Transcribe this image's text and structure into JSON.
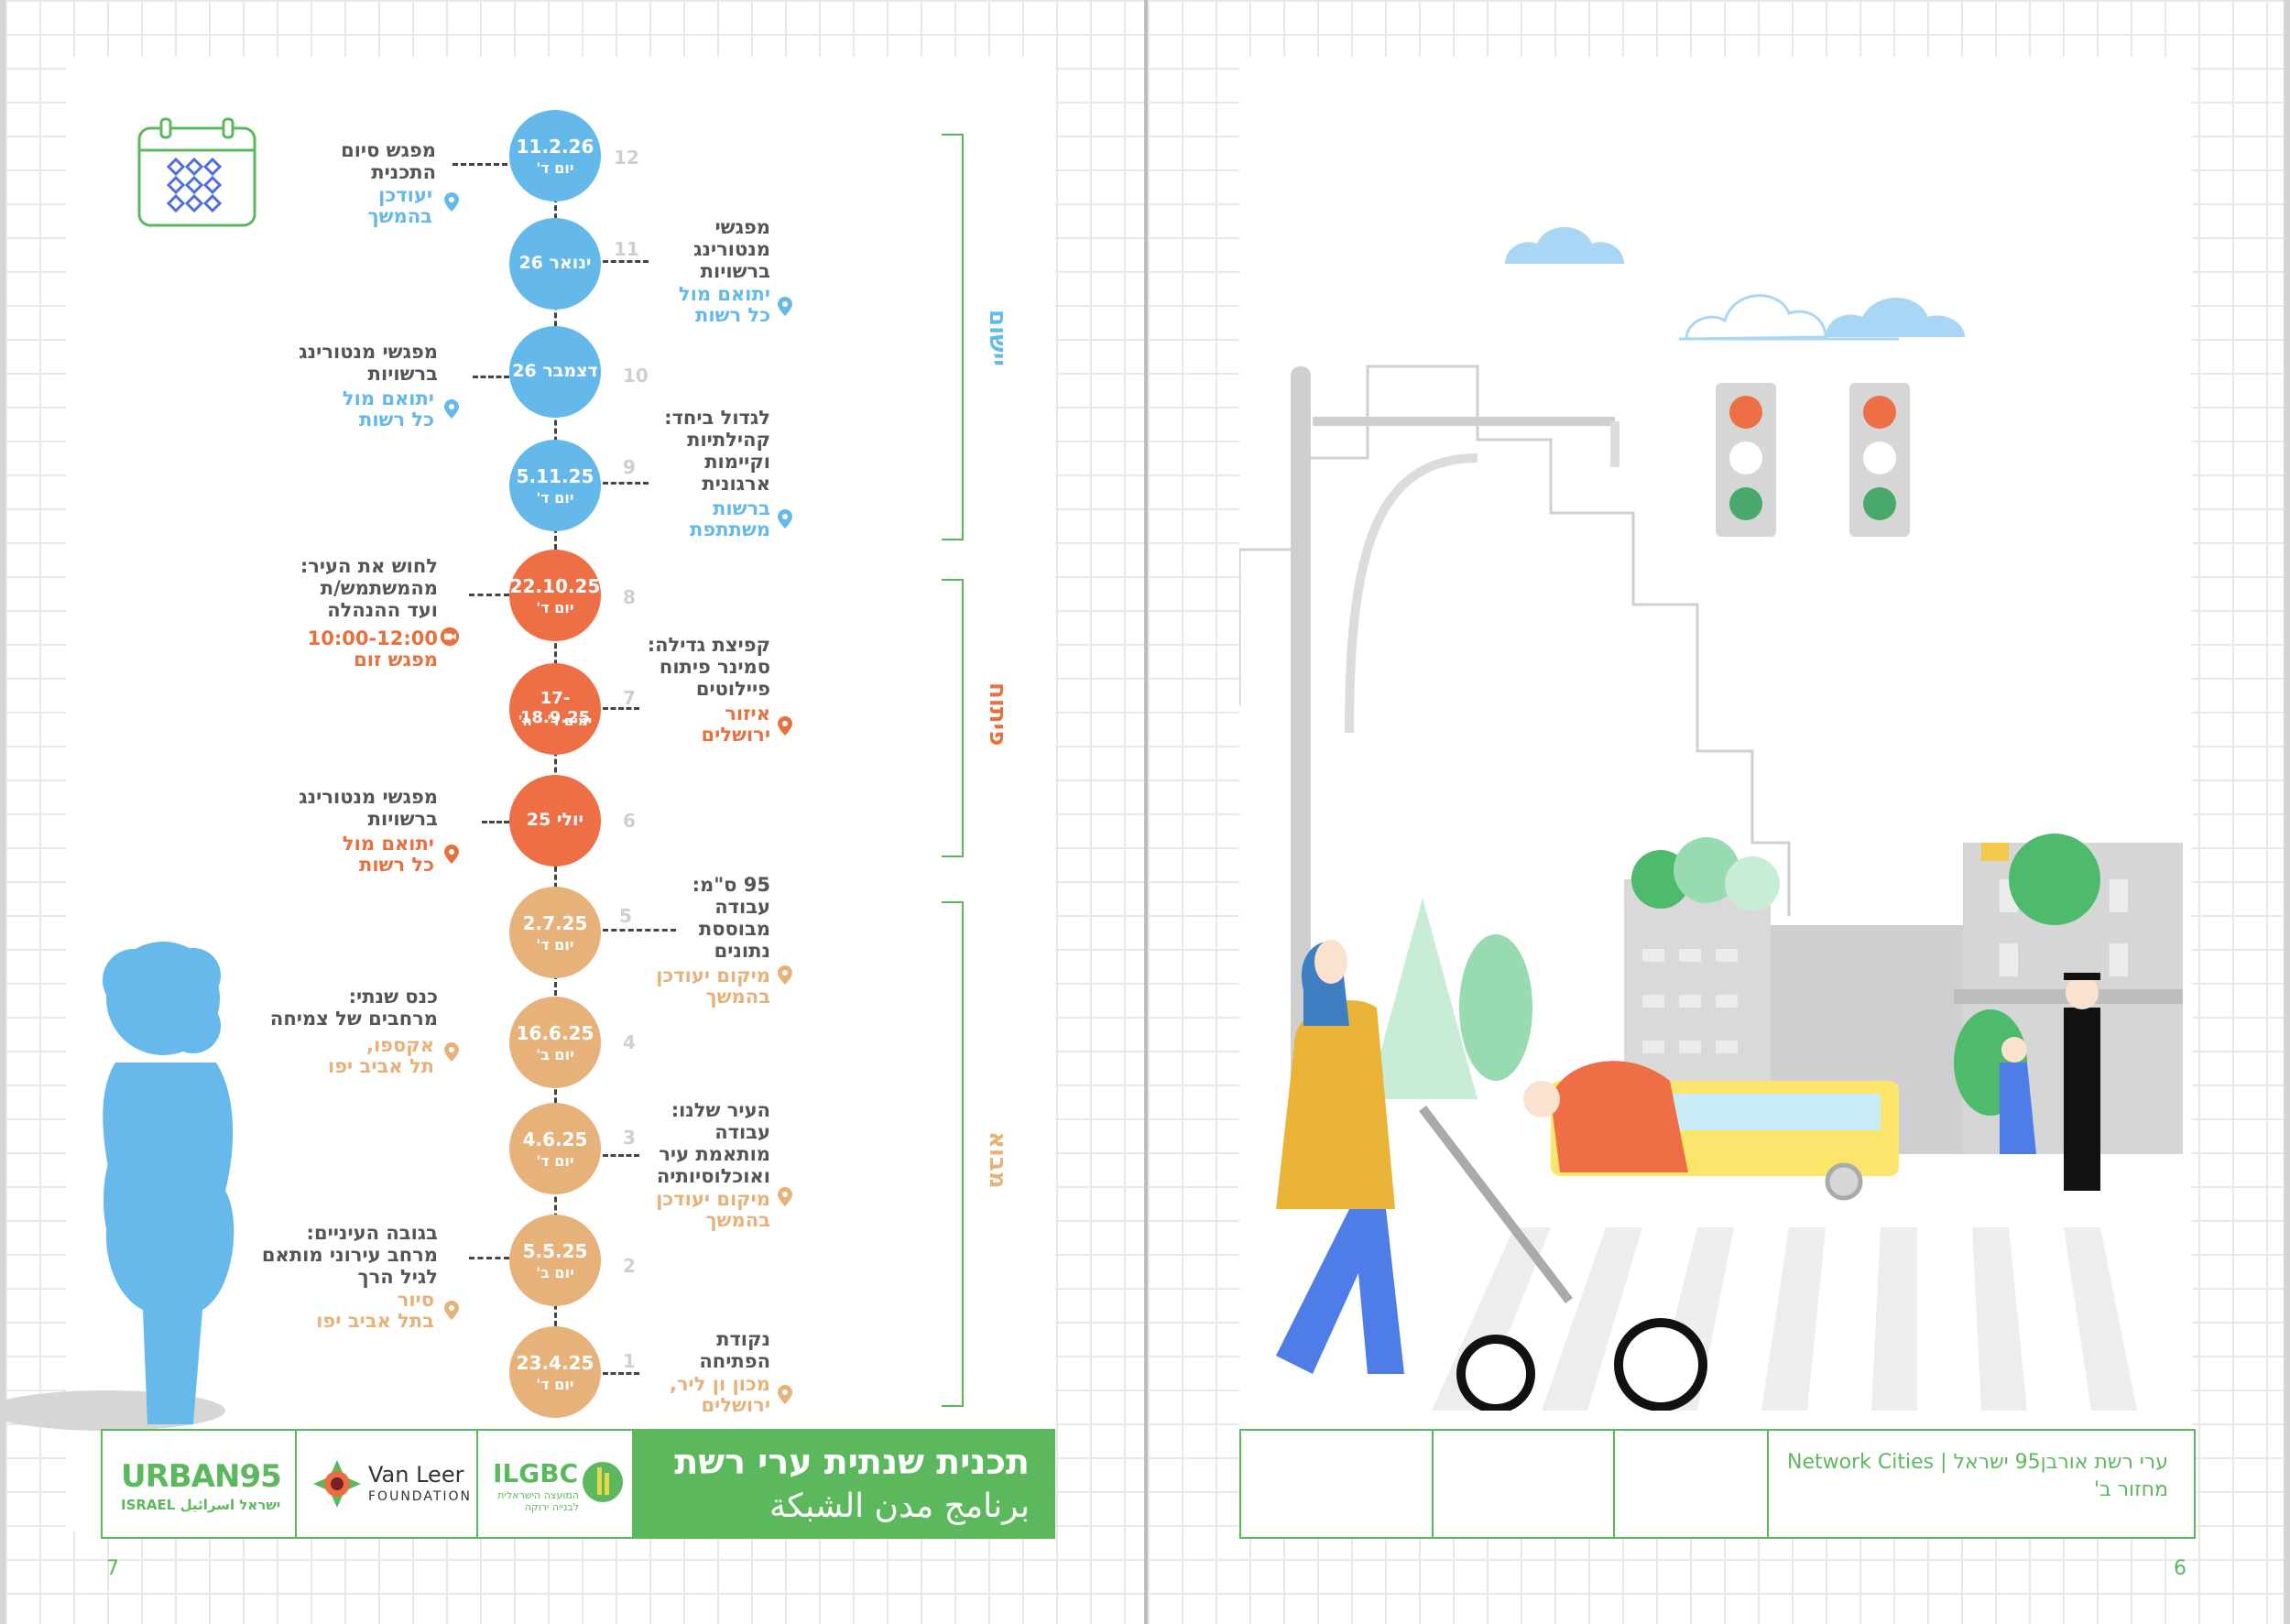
{
  "colors": {
    "blue": "#64b9ea",
    "orange": "#ee6f46",
    "tan": "#e6b27a",
    "green": "#5cb85c",
    "dark": "#555555"
  },
  "left_page": {
    "page_number": "7",
    "phases": [
      {
        "label": "יישום",
        "color": "#64b9ea"
      },
      {
        "label": "פיתוח",
        "color": "#e8703f"
      },
      {
        "label": "מבוא",
        "color": "#e6b27a"
      }
    ],
    "events": [
      {
        "num": "12",
        "date": "11.2.26",
        "day": "יום ד'",
        "title": "מפגש סיום\nהתכנית",
        "loc": "יעודכן\nבהמשך",
        "color": "#64b9ea"
      },
      {
        "num": "11",
        "date": "ינואר 26",
        "day": "",
        "title": "מפגשי\nמנטורינג\nברשויות",
        "loc": "יתואם מול\nכל רשות",
        "color": "#64b9ea"
      },
      {
        "num": "10",
        "date": "דצמבר 26",
        "day": "",
        "title": "מפגשי מנטורינג\nברשויות",
        "loc": "יתואם מול\nכל רשות",
        "color": "#64b9ea"
      },
      {
        "num": "9",
        "date": "5.11.25",
        "day": "יום ד'",
        "title": "לגדול ביחד:\nקהילתיות\nוקיימות\nארגונית",
        "loc": "ברשות\nמשתתפת",
        "color": "#64b9ea"
      },
      {
        "num": "8",
        "date": "22.10.25",
        "day": "יום ד'",
        "title": "לחוש את העיר:\nמהמשתמש/ת\nועד ההנהלה",
        "loc": "10:00-12:00\nמפגש זום",
        "color": "#ee6f46"
      },
      {
        "num": "7",
        "date": "17-18.9.25",
        "day": "ימים ד' - ה'",
        "title": "קפיצת גדילה:\nסמינר פיתוח\nפיילוטים",
        "loc": "איזור\nירושלים",
        "color": "#ee6f46"
      },
      {
        "num": "6",
        "date": "יולי 25",
        "day": "",
        "title": "מפגשי מנטורינג\nברשויות",
        "loc": "יתואם מול\nכל רשות",
        "color": "#ee6f46"
      },
      {
        "num": "5",
        "date": "2.7.25",
        "day": "יום ד'",
        "title": "95 ס\"מ:\nעבודה\nמבוססת\nנתונים",
        "loc": "מיקום יעודכן\nבהמשך",
        "color": "#e6b27a"
      },
      {
        "num": "4",
        "date": "16.6.25",
        "day": "יום ב'",
        "title": "כנס שנתי:\nמרחבים של צמיחה",
        "loc": "אקספו,\nתל אביב יפו",
        "color": "#e6b27a"
      },
      {
        "num": "3",
        "date": "4.6.25",
        "day": "יום ד'",
        "title": "העיר שלנו:\nעבודה\nמותאמת עיר\nואוכלוסיותיה",
        "loc": "מיקום יעודכן\nבהמשך",
        "color": "#e6b27a"
      },
      {
        "num": "2",
        "date": "5.5.25",
        "day": "יום ב'",
        "title": "בגובה העיניים:\nמרחב עירוני מותאם\nלגיל הרך",
        "loc": "סיור\nבתל אביב יפו",
        "color": "#e6b27a"
      },
      {
        "num": "1",
        "date": "23.4.25",
        "day": "יום ד'",
        "title": "נקודת\nהפתיחה",
        "loc": "מכון ון ליר,\nירושלים",
        "color": "#e6b27a"
      }
    ],
    "footer": {
      "title_line1": "תכנית שנתית ערי רשת",
      "title_line2": "برنامج مدن الشبكة",
      "ilgbc_logo": "ILGBC",
      "ilgbc_sub": "המועצה הישראלית\nלבנייה ירוקה",
      "vanleer_logo": "Van Leer",
      "vanleer_sub": "FOUNDATION",
      "urban_logo": "URBAN95",
      "urban_sub": "ISRAEL  ישראל  اسرائيل"
    }
  },
  "right_page": {
    "page_number": "6",
    "footer_line1": "ערי רשת אורבן95 ישראל | Network Cities",
    "footer_line2": "מחזור ב'"
  }
}
